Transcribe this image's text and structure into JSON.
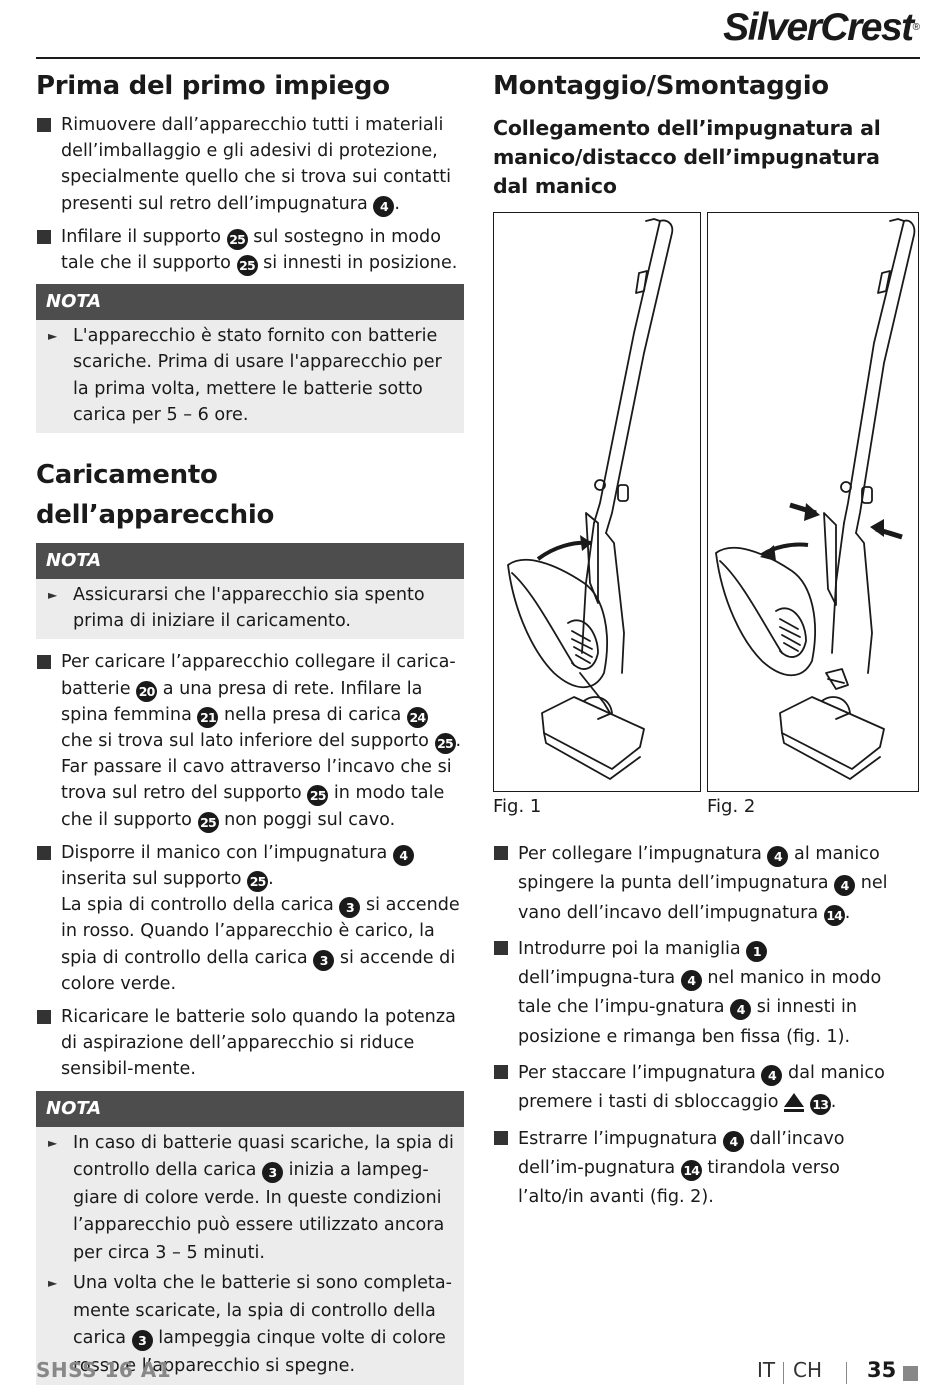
{
  "brand": "SilverCrest",
  "brand_mark": "®",
  "left": {
    "section1": {
      "title": "Prima del primo impiego",
      "b1": [
        "Rimuovere dall’apparecchio tutti i materiali dell’imballaggio e gli adesivi di protezione, specialmente quello che si trova sui contatti presenti sul retro dell’impugnatura ",
        "4",
        "."
      ],
      "b2": [
        "Infilare il supporto ",
        "25",
        " sul sostegno in modo tale che il supporto ",
        "25",
        " si innesti in posizione."
      ]
    },
    "note1": {
      "label": "NOTA",
      "item1": "L'apparecchio è stato fornito con batterie scariche. Prima di usare l'apparecchio per la prima volta, mettere le batterie sotto carica per 5 – 6 ore."
    },
    "section2": {
      "title": "Caricamento dell’apparecchio"
    },
    "note2": {
      "label": "NOTA",
      "item1": "Assicurarsi che l'apparecchio sia spento prima di iniziare il caricamento."
    },
    "b3": [
      "Per caricare l’apparecchio collegare il carica-batterie ",
      "20",
      " a una presa di rete. Infilare la spina femmina ",
      "21",
      " nella presa di carica ",
      "24",
      " che si trova sul lato inferiore del supporto ",
      "25",
      ". Far passare il cavo attraverso l’incavo che si trova sul retro del supporto ",
      "25",
      " in modo tale che il supporto ",
      "25",
      " non poggi sul cavo."
    ],
    "b4": [
      "Disporre il manico con l’impugnatura ",
      "4",
      " inserita sul supporto ",
      "25",
      ".",
      "La spia di controllo della carica ",
      "3",
      " si accende in rosso. Quando l’apparecchio è carico, la spia di controllo della carica ",
      "3",
      " si accende di colore verde."
    ],
    "b5": "Ricaricare le batterie solo quando la potenza di aspirazione dell’apparecchio si riduce sensibil-mente.",
    "note3": {
      "label": "NOTA",
      "item1": [
        "In caso di batterie quasi scariche, la spia di controllo della carica ",
        "3",
        " inizia a lampeg-giare di colore verde. In queste condizioni l’apparecchio può essere utilizzato ancora per circa 3 – 5 minuti."
      ],
      "item2": [
        "Una volta che le batterie si sono completa-mente scaricate, la spia di controllo della carica ",
        "3",
        " lampeggia cinque volte di colore rosso e l’apparecchio si spegne."
      ]
    }
  },
  "right": {
    "title": "Montaggio/Smontaggio",
    "subtitle": "Collegamento dell’impugnatura al manico/distacco dell’impugnatura dal manico",
    "fig1_label": "Fig. 1",
    "fig2_label": "Fig. 2",
    "b1": [
      "Per collegare l’impugnatura ",
      "4",
      " al manico spingere la punta dell’impugnatura ",
      "4",
      " nel vano dell’incavo dell’impugnatura ",
      "14",
      "."
    ],
    "b2": [
      "Introdurre poi la maniglia ",
      "1",
      " dell’impugna-tura ",
      "4",
      " nel manico in modo tale che l’impu-gnatura ",
      "4",
      " si innesti in posizione e rimanga ben fissa (fig. 1)."
    ],
    "b3": [
      "Per staccare l’impugnatura ",
      "4",
      " dal manico premere i tasti di sbloccaggio ",
      "13",
      "."
    ],
    "b4": [
      "Estrarre l’impugnatura ",
      "4",
      " dall’incavo dell’im-pugnatura ",
      "14",
      " tirandola verso l’alto/in avanti (fig. 2)."
    ]
  },
  "footer": {
    "model": "SHSS 16 A1",
    "lang1": "IT",
    "lang2": "CH",
    "page": "35"
  }
}
